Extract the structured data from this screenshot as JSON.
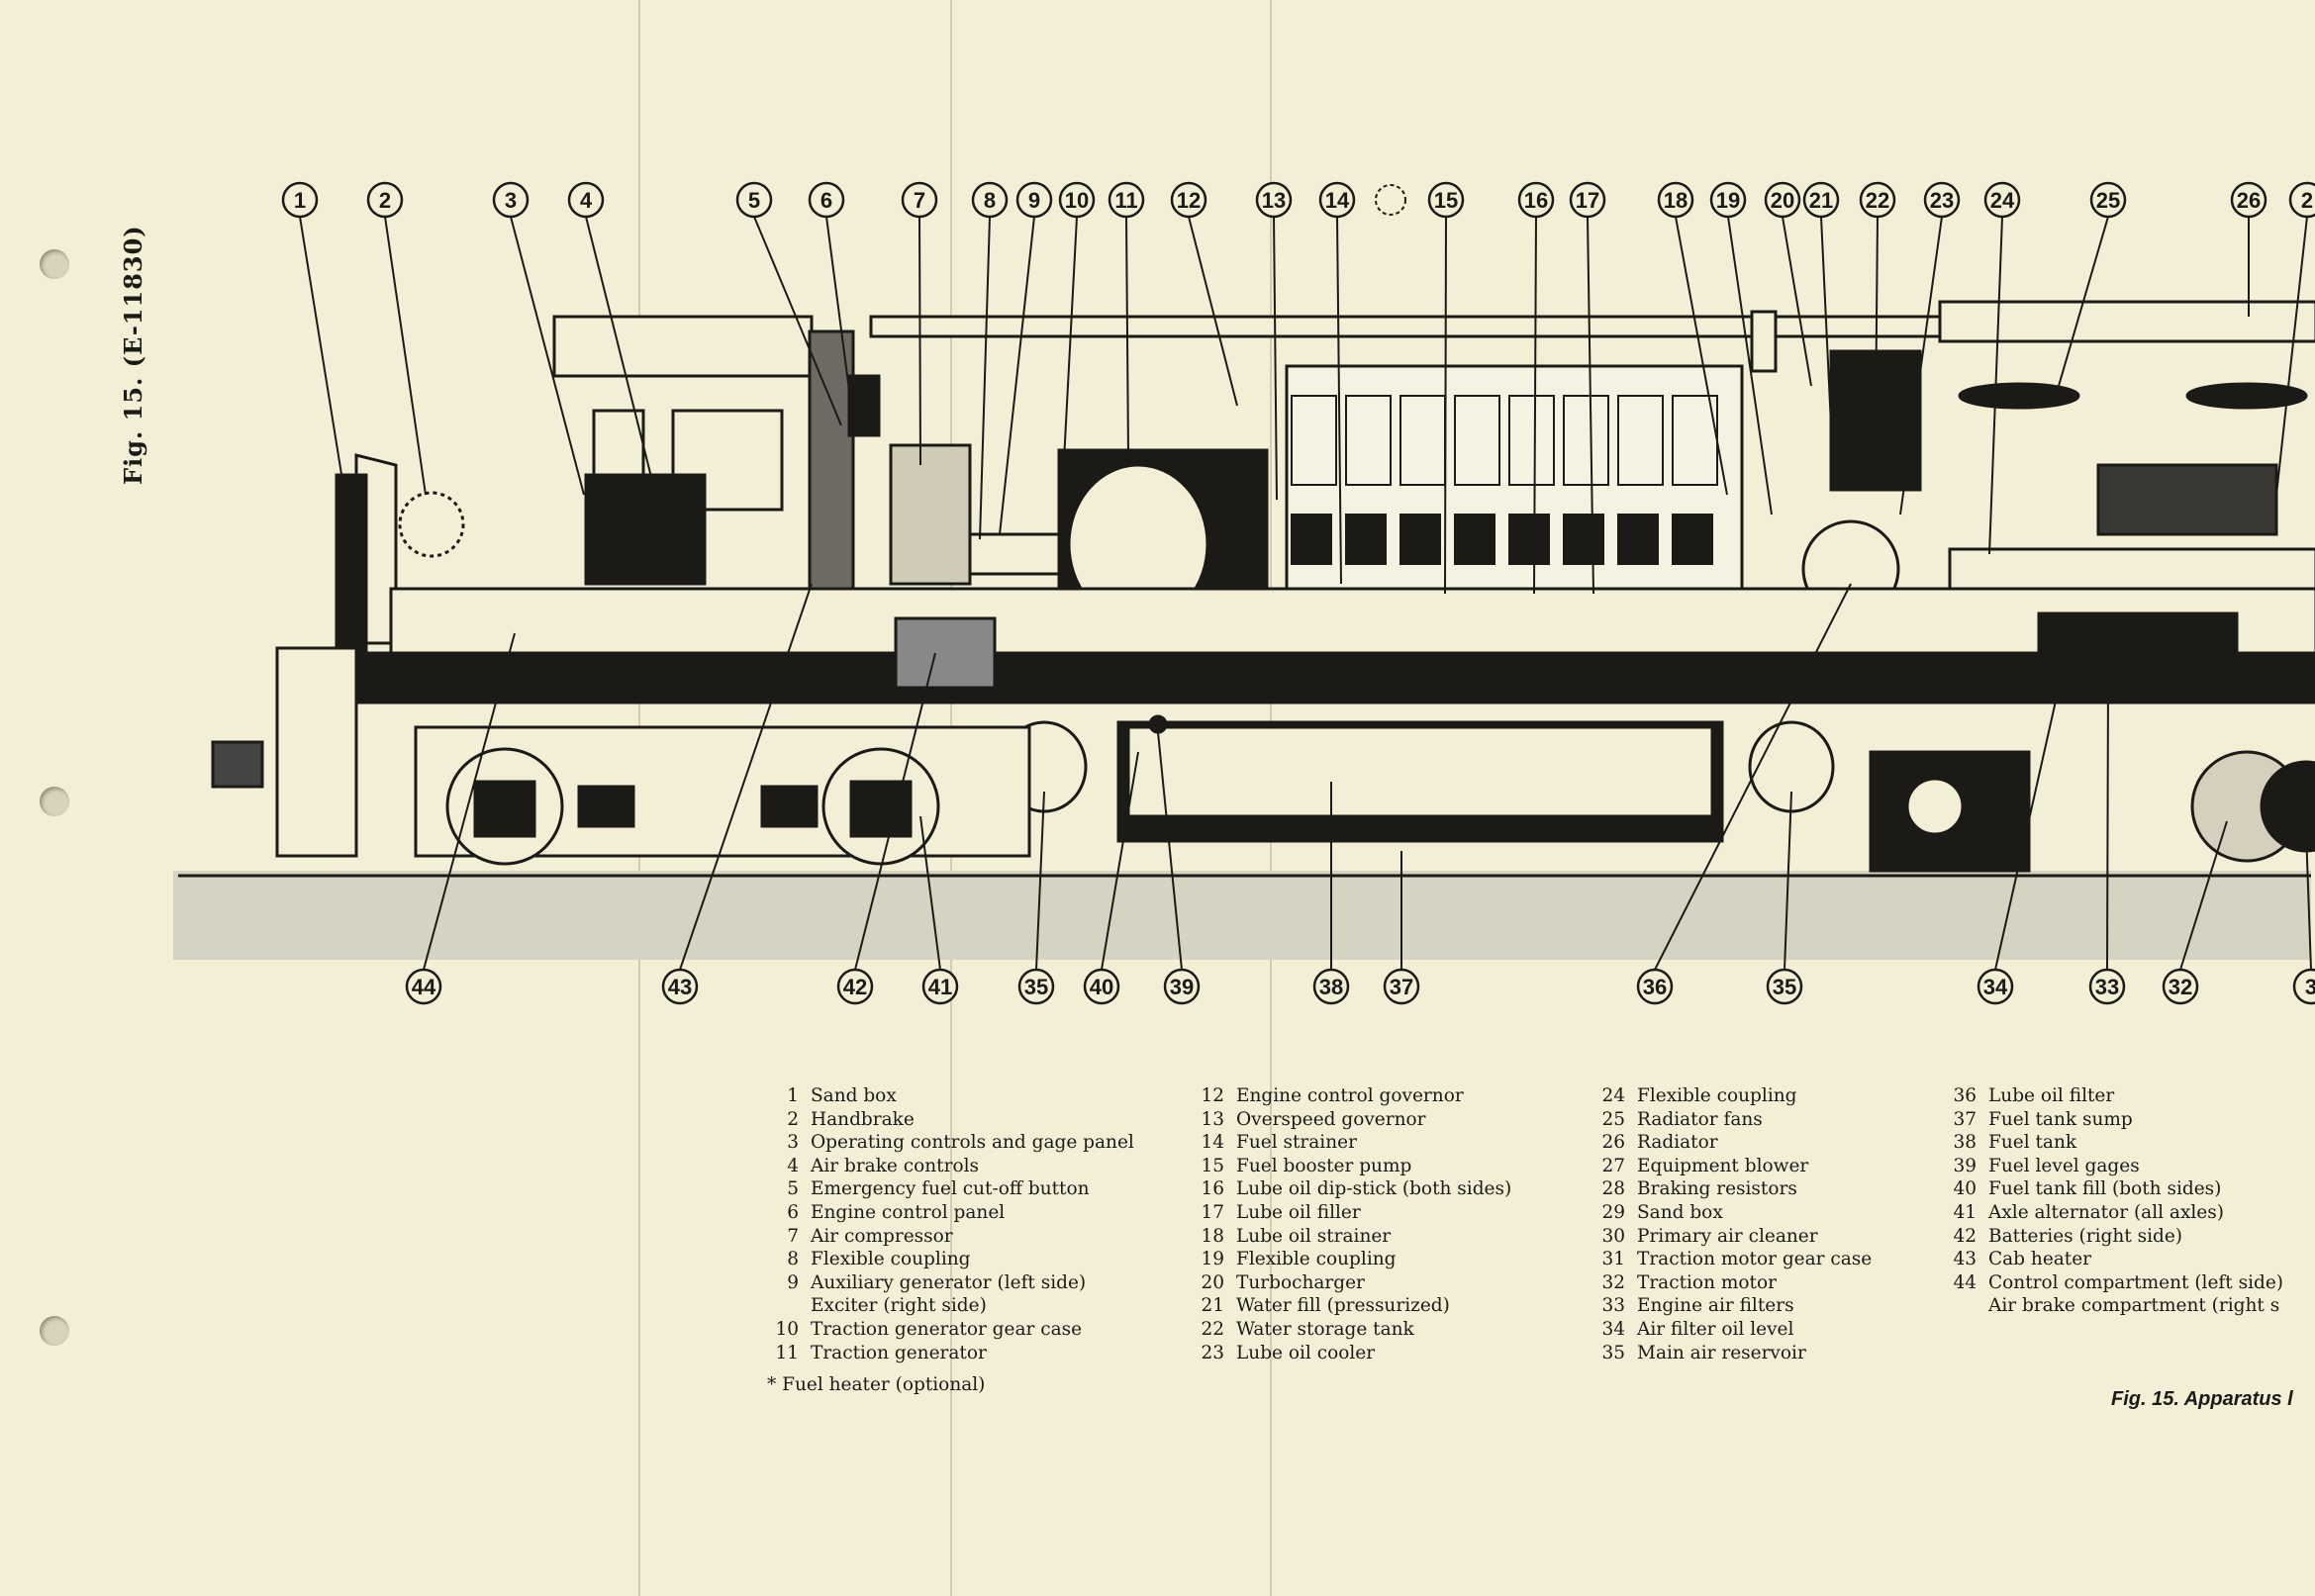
{
  "side_caption": "Fig. 15.   (E-11830)",
  "figure_caption": "Fig. 15.   Apparatus l",
  "callouts_top": [
    "1",
    "2",
    "3",
    "4",
    "5",
    "6",
    "7",
    "8",
    "9",
    "10",
    "11",
    "12",
    "13",
    "14",
    "15",
    "16",
    "17",
    "18",
    "19",
    "20",
    "21",
    "22",
    "23",
    "24",
    "25",
    "26",
    "2"
  ],
  "callouts_bottom": [
    "44",
    "43",
    "42",
    "41",
    "35",
    "40",
    "39",
    "38",
    "37",
    "36",
    "35",
    "34",
    "33",
    "32",
    "3"
  ],
  "legend_col1": [
    {
      "n": "1",
      "t": "Sand box"
    },
    {
      "n": "2",
      "t": "Handbrake"
    },
    {
      "n": "3",
      "t": "Operating controls and gage panel"
    },
    {
      "n": "4",
      "t": "Air brake controls"
    },
    {
      "n": "5",
      "t": "Emergency fuel cut-off button"
    },
    {
      "n": "6",
      "t": "Engine control panel"
    },
    {
      "n": "7",
      "t": "Air compressor"
    },
    {
      "n": "8",
      "t": "Flexible coupling"
    },
    {
      "n": "9",
      "t": "Auxiliary generator (left side)"
    },
    {
      "n": "",
      "t": "Exciter (right side)"
    },
    {
      "n": "10",
      "t": "Traction generator gear case"
    },
    {
      "n": "11",
      "t": "Traction generator"
    }
  ],
  "legend_col2": [
    {
      "n": "12",
      "t": "Engine control governor"
    },
    {
      "n": "13",
      "t": "Overspeed governor"
    },
    {
      "n": "14",
      "t": "Fuel strainer"
    },
    {
      "n": "15",
      "t": "Fuel booster pump"
    },
    {
      "n": "16",
      "t": "Lube oil dip-stick (both sides)"
    },
    {
      "n": "17",
      "t": "Lube oil filler"
    },
    {
      "n": "18",
      "t": "Lube oil strainer"
    },
    {
      "n": "19",
      "t": "Flexible coupling"
    },
    {
      "n": "20",
      "t": "Turbocharger"
    },
    {
      "n": "21",
      "t": "Water fill (pressurized)"
    },
    {
      "n": "22",
      "t": "Water storage tank"
    },
    {
      "n": "23",
      "t": "Lube oil cooler"
    }
  ],
  "legend_col3": [
    {
      "n": "24",
      "t": "Flexible coupling"
    },
    {
      "n": "25",
      "t": "Radiator fans"
    },
    {
      "n": "26",
      "t": "Radiator"
    },
    {
      "n": "27",
      "t": "Equipment blower"
    },
    {
      "n": "28",
      "t": "Braking resistors"
    },
    {
      "n": "29",
      "t": "Sand box"
    },
    {
      "n": "30",
      "t": "Primary air cleaner"
    },
    {
      "n": "31",
      "t": "Traction motor gear case"
    },
    {
      "n": "32",
      "t": "Traction motor"
    },
    {
      "n": "33",
      "t": "Engine air filters"
    },
    {
      "n": "34",
      "t": "Air filter oil level"
    },
    {
      "n": "35",
      "t": "Main air reservoir"
    }
  ],
  "legend_col4": [
    {
      "n": "36",
      "t": "Lube oil filter"
    },
    {
      "n": "37",
      "t": "Fuel tank sump"
    },
    {
      "n": "38",
      "t": "Fuel tank"
    },
    {
      "n": "39",
      "t": "Fuel level gages"
    },
    {
      "n": "40",
      "t": "Fuel tank fill (both sides)"
    },
    {
      "n": "41",
      "t": "Axle alternator (all axles)"
    },
    {
      "n": "42",
      "t": "Batteries (right side)"
    },
    {
      "n": "43",
      "t": "Cab heater"
    },
    {
      "n": "44",
      "t": "Control compartment (left side)"
    },
    {
      "n": "",
      "t": "Air brake compartment (right s"
    }
  ],
  "footnote": "* Fuel heater (optional)",
  "colors": {
    "paper": "#f3eed6",
    "ink": "#1c1a16",
    "shade": "#9c9a94"
  }
}
